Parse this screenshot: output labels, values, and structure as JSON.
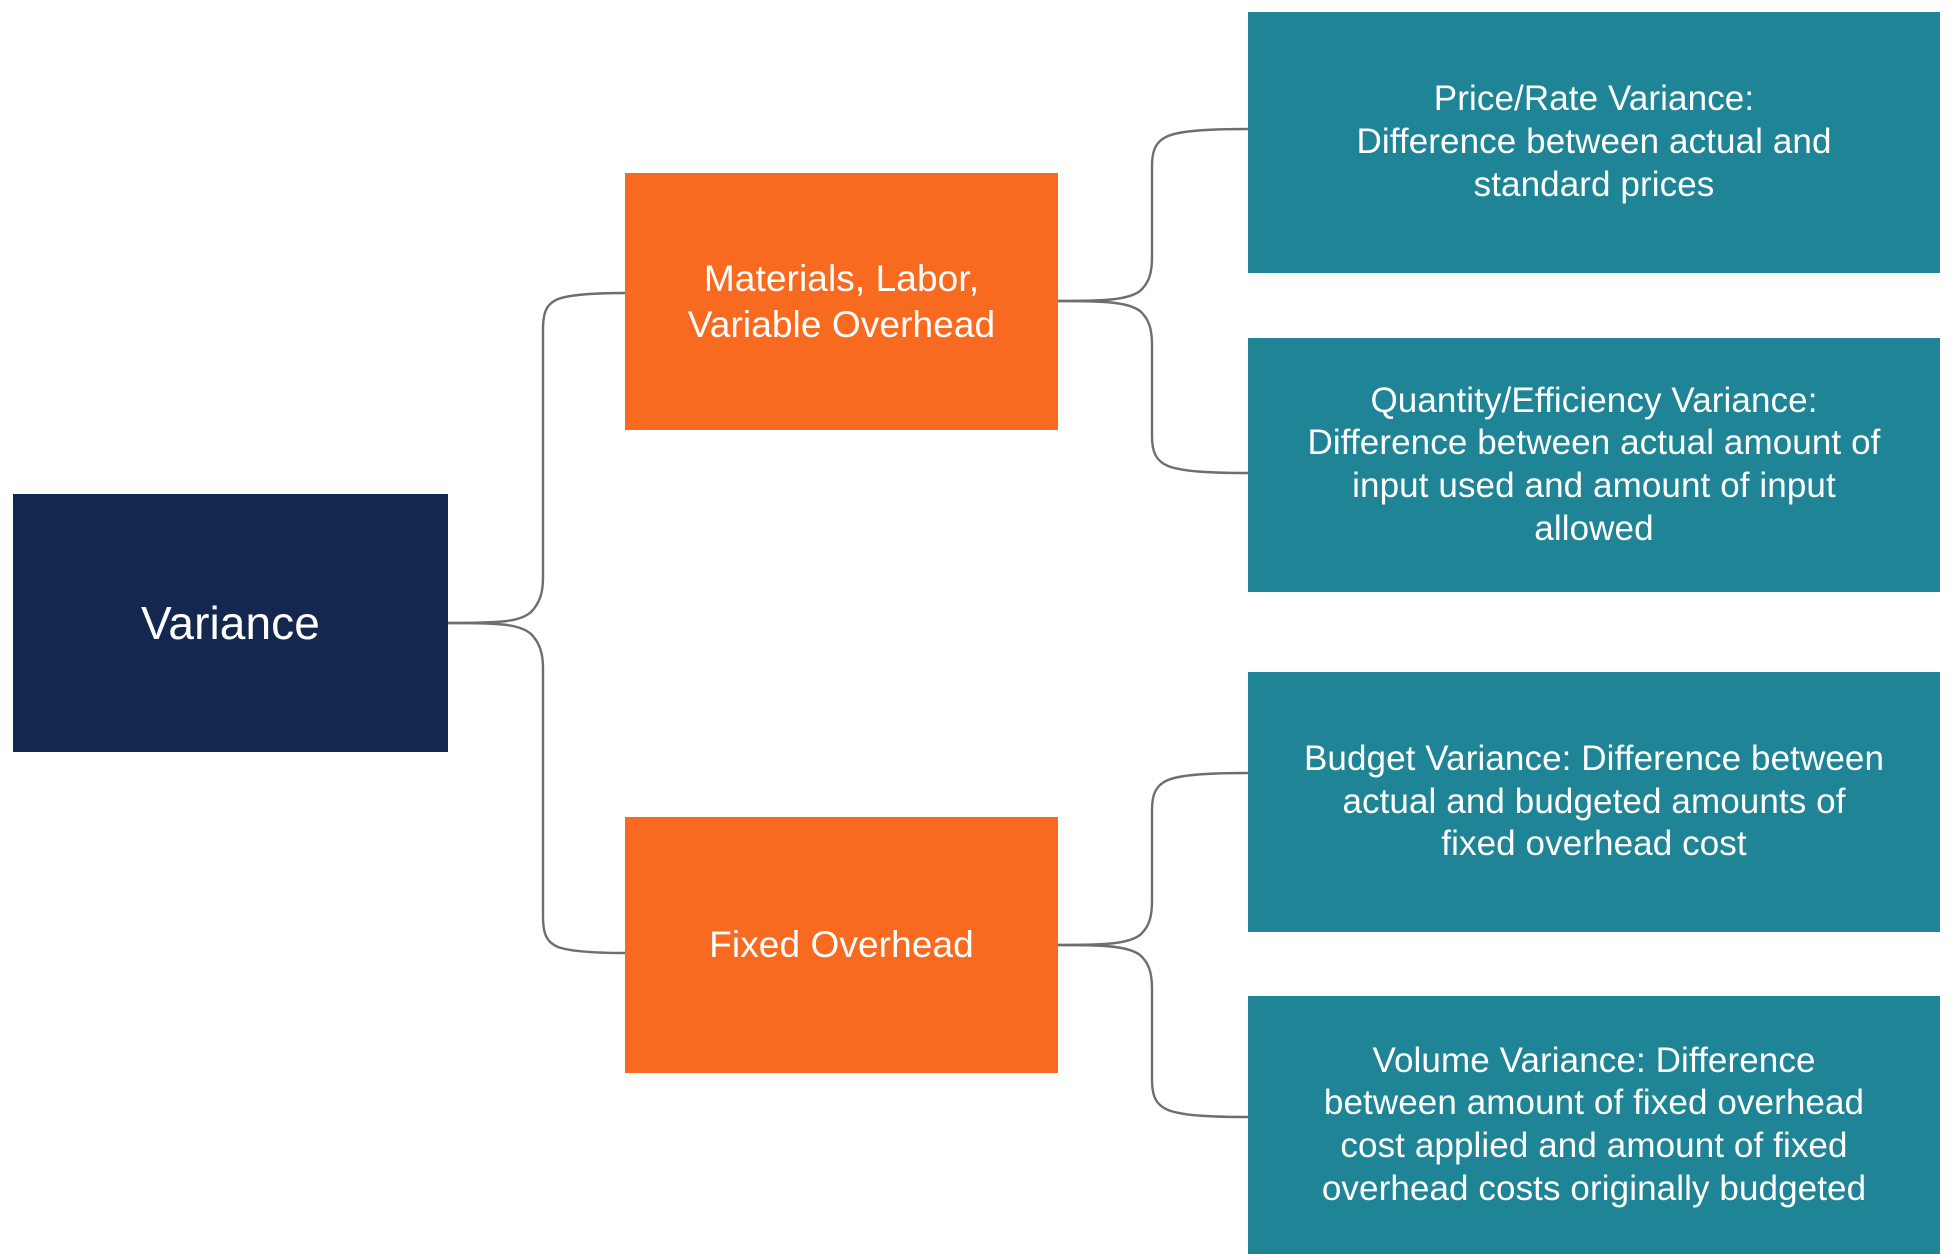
{
  "diagram": {
    "title": "Variance classification tree",
    "type": "tree",
    "orientation": "left-to-right",
    "colors": {
      "background": "#ffffff",
      "root": "#14284f",
      "branch": "#f96a21",
      "leaf": "#1f8596",
      "connector": "#6e6e6e",
      "node_text": "#ffffff"
    },
    "root": {
      "label": "Variance"
    },
    "branches": [
      {
        "label": "Materials, Labor,\nVariable Overhead",
        "leaves": [
          "Price/Rate Variance:\nDifference between actual and\nstandard prices",
          "Quantity/Efficiency Variance:\nDifference between actual amount of\ninput used and amount of input\nallowed"
        ]
      },
      {
        "label": "Fixed Overhead",
        "leaves": [
          "Budget Variance: Difference between\nactual and budgeted amounts of\nfixed overhead cost",
          "Volume Variance: Difference\nbetween amount of fixed overhead\ncost applied and amount of fixed\noverhead costs originally budgeted"
        ]
      }
    ],
    "leaves_flat": [
      "Price/Rate Variance:\nDifference between actual and\nstandard prices",
      "Quantity/Efficiency Variance:\nDifference between actual amount of\ninput used and amount of input\nallowed",
      "Budget Variance: Difference between\nactual and budgeted amounts of\nfixed overhead cost",
      "Volume Variance: Difference\nbetween amount of fixed overhead\ncost applied and amount of fixed\noverhead costs originally budgeted"
    ]
  }
}
